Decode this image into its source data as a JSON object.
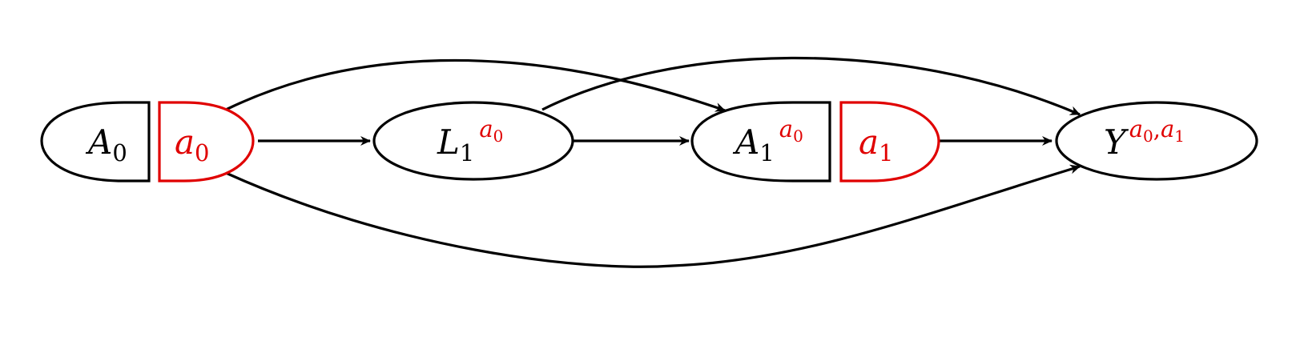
{
  "colors": {
    "stroke": "#000000",
    "intervention": "#e00000",
    "background": "#ffffff"
  },
  "nodes": {
    "A0": {
      "letter": "A",
      "sub": "0"
    },
    "a0": {
      "letter": "a",
      "sub": "0"
    },
    "L1": {
      "letter": "L",
      "sub": "1",
      "sup_letter": "a",
      "sup_sub": "0"
    },
    "A1": {
      "letter": "A",
      "sub": "1",
      "sup_letter": "a",
      "sup_sub": "0"
    },
    "a1": {
      "letter": "a",
      "sub": "1"
    },
    "Y": {
      "letter": "Y",
      "sup_letter_1": "a",
      "sup_sub_1": "0",
      "sup_comma": ",",
      "sup_letter_2": "a",
      "sup_sub_2": "1"
    }
  },
  "edges": [
    {
      "from": "a0",
      "to": "L1"
    },
    {
      "from": "L1",
      "to": "A1"
    },
    {
      "from": "a1",
      "to": "Y"
    },
    {
      "from": "a0",
      "to": "A1"
    },
    {
      "from": "L1",
      "to": "Y"
    },
    {
      "from": "a0",
      "to": "Y"
    }
  ]
}
